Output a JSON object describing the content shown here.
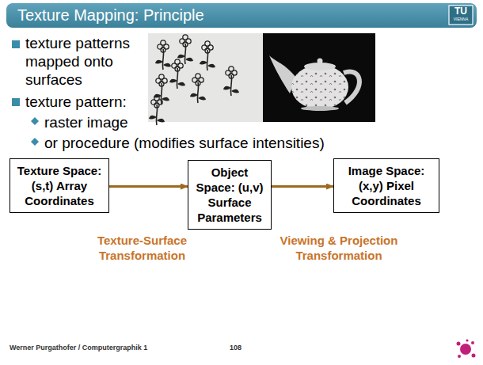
{
  "diagram": {
    "title": "Texture Mapping: Principle",
    "nodes": [
      {
        "text": [
          "Texture Space: (s,t) Array Coordinates"
        ]
      },
      {
        "text": [
          "Object Space: (u,v) Surface Parameters"
        ]
      },
      {
        "text": [
          "Image Space: (x,y) Pixel Coordinates"
        ]
      }
    ],
    "edges": [
      {
        "from": 0,
        "to": 1,
        "arrow": "to",
        "label": "Texture-Surface Transformation"
      },
      {
        "from": 1,
        "to": 2,
        "arrow": "to",
        "label": "Viewing & Projection Transformation"
      }
    ],
    "labels": [
      "texture patterns mapped onto surfaces",
      "texture pattern:",
      "raster image",
      "or procedure (modifies surface intensities)",
      "TU",
      "VIENNA",
      "Werner Purgathofer / Computergraphik 1",
      "108"
    ]
  }
}
